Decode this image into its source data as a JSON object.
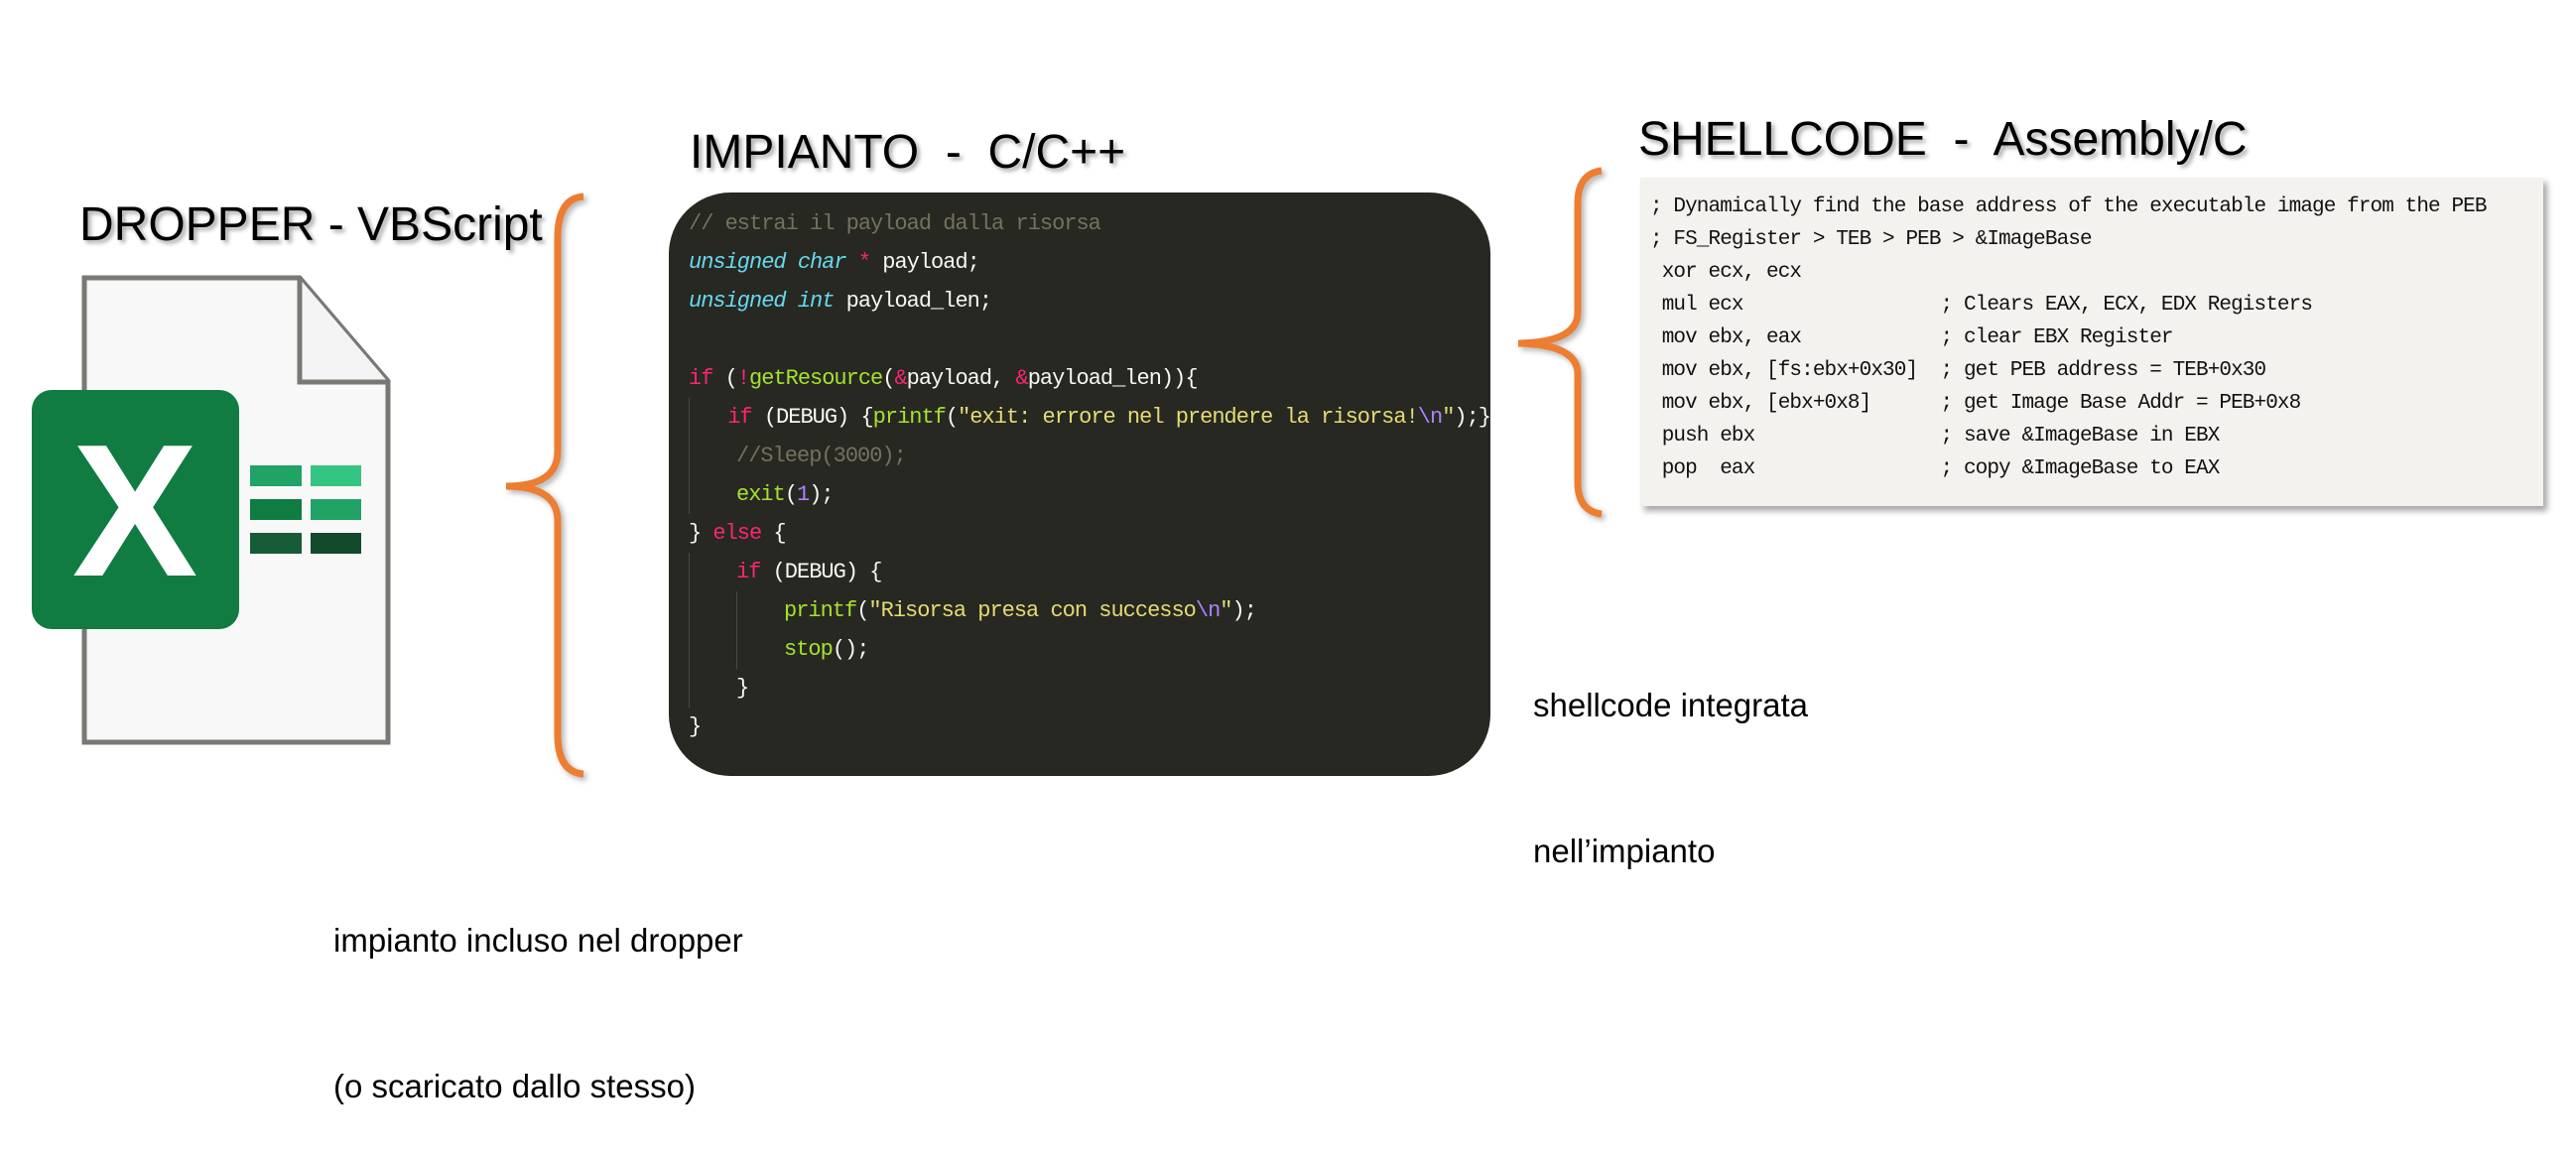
{
  "dropper": {
    "title": "DROPPER - VBScript",
    "icon": "excel-file-icon",
    "icon_letter": "X",
    "caption_lines": [
      "impianto incluso nel dropper",
      "(o scaricato dallo stesso)"
    ]
  },
  "impianto": {
    "title": "IMPIANTO  -  C/C++",
    "code_lines": [
      {
        "indent": 0,
        "tokens": [
          {
            "t": "// estrai il payload dalla risorsa",
            "k": "comment"
          }
        ]
      },
      {
        "indent": 0,
        "tokens": [
          {
            "t": "unsigned char",
            "k": "type"
          },
          {
            "t": " ",
            "k": "plain"
          },
          {
            "t": "*",
            "k": "kw"
          },
          {
            "t": " payload;",
            "k": "plain"
          }
        ]
      },
      {
        "indent": 0,
        "tokens": [
          {
            "t": "unsigned int",
            "k": "type"
          },
          {
            "t": " payload_len;",
            "k": "plain"
          }
        ]
      },
      {
        "indent": 0,
        "tokens": []
      },
      {
        "indent": 0,
        "tokens": [
          {
            "t": "if",
            "k": "kw"
          },
          {
            "t": " (",
            "k": "plain"
          },
          {
            "t": "!",
            "k": "kw"
          },
          {
            "t": "getResource",
            "k": "fn"
          },
          {
            "t": "(",
            "k": "plain"
          },
          {
            "t": "&",
            "k": "kw"
          },
          {
            "t": "payload, ",
            "k": "plain"
          },
          {
            "t": "&",
            "k": "kw"
          },
          {
            "t": "payload_len)){",
            "k": "plain"
          }
        ]
      },
      {
        "indent": 1,
        "tokens": [
          {
            "t": "if",
            "k": "kw"
          },
          {
            "t": " (DEBUG) {",
            "k": "plain"
          },
          {
            "t": "printf",
            "k": "fn"
          },
          {
            "t": "(",
            "k": "plain"
          },
          {
            "t": "\"exit: errore nel prendere la risorsa!",
            "k": "str"
          },
          {
            "t": "\\n",
            "k": "esc"
          },
          {
            "t": "\"",
            "k": "str"
          },
          {
            "t": ");}",
            "k": "plain"
          }
        ]
      },
      {
        "indent": 1,
        "tokens": [
          {
            "t": "//Sleep(3000);",
            "k": "comment"
          }
        ]
      },
      {
        "indent": 1,
        "tokens": [
          {
            "t": "exit",
            "k": "fn"
          },
          {
            "t": "(",
            "k": "plain"
          },
          {
            "t": "1",
            "k": "num"
          },
          {
            "t": ");",
            "k": "plain"
          }
        ]
      },
      {
        "indent": 0,
        "tokens": [
          {
            "t": "} ",
            "k": "plain"
          },
          {
            "t": "else",
            "k": "kw"
          },
          {
            "t": " {",
            "k": "plain"
          }
        ]
      },
      {
        "indent": 1,
        "tokens": [
          {
            "t": "if",
            "k": "kw"
          },
          {
            "t": " (DEBUG) {",
            "k": "plain"
          }
        ]
      },
      {
        "indent": 2,
        "tokens": [
          {
            "t": "printf",
            "k": "fn"
          },
          {
            "t": "(",
            "k": "plain"
          },
          {
            "t": "\"Risorsa presa con successo",
            "k": "str"
          },
          {
            "t": "\\n",
            "k": "esc"
          },
          {
            "t": "\"",
            "k": "str"
          },
          {
            "t": ");",
            "k": "plain"
          }
        ]
      },
      {
        "indent": 2,
        "tokens": [
          {
            "t": "stop",
            "k": "fn"
          },
          {
            "t": "();",
            "k": "plain"
          }
        ]
      },
      {
        "indent": 1,
        "tokens": [
          {
            "t": "}",
            "k": "plain"
          }
        ]
      },
      {
        "indent": 0,
        "tokens": [
          {
            "t": "}",
            "k": "plain"
          }
        ]
      }
    ]
  },
  "shellcode": {
    "title": "SHELLCODE  -  Assembly/C",
    "lines": [
      "; Dynamically find the base address of the executable image from the PEB",
      "; FS_Register > TEB > PEB > &ImageBase",
      " xor ecx, ecx",
      " mul ecx                 ; Clears EAX, ECX, EDX Registers",
      " mov ebx, eax            ; clear EBX Register",
      " mov ebx, [fs:ebx+0x30]  ; get PEB address = TEB+0x30",
      " mov ebx, [ebx+0x8]      ; get Image Base Addr = PEB+0x8",
      " push ebx                ; save &ImageBase in EBX",
      " pop  eax                ; copy &ImageBase to EAX"
    ],
    "caption_lines": [
      "shellcode integrata",
      "nell’impianto"
    ]
  },
  "colors": {
    "brace": "#ed7d31",
    "code_bg": "#272822",
    "shell_bg": "#f4f2ef",
    "excel_green": "#107c41"
  }
}
